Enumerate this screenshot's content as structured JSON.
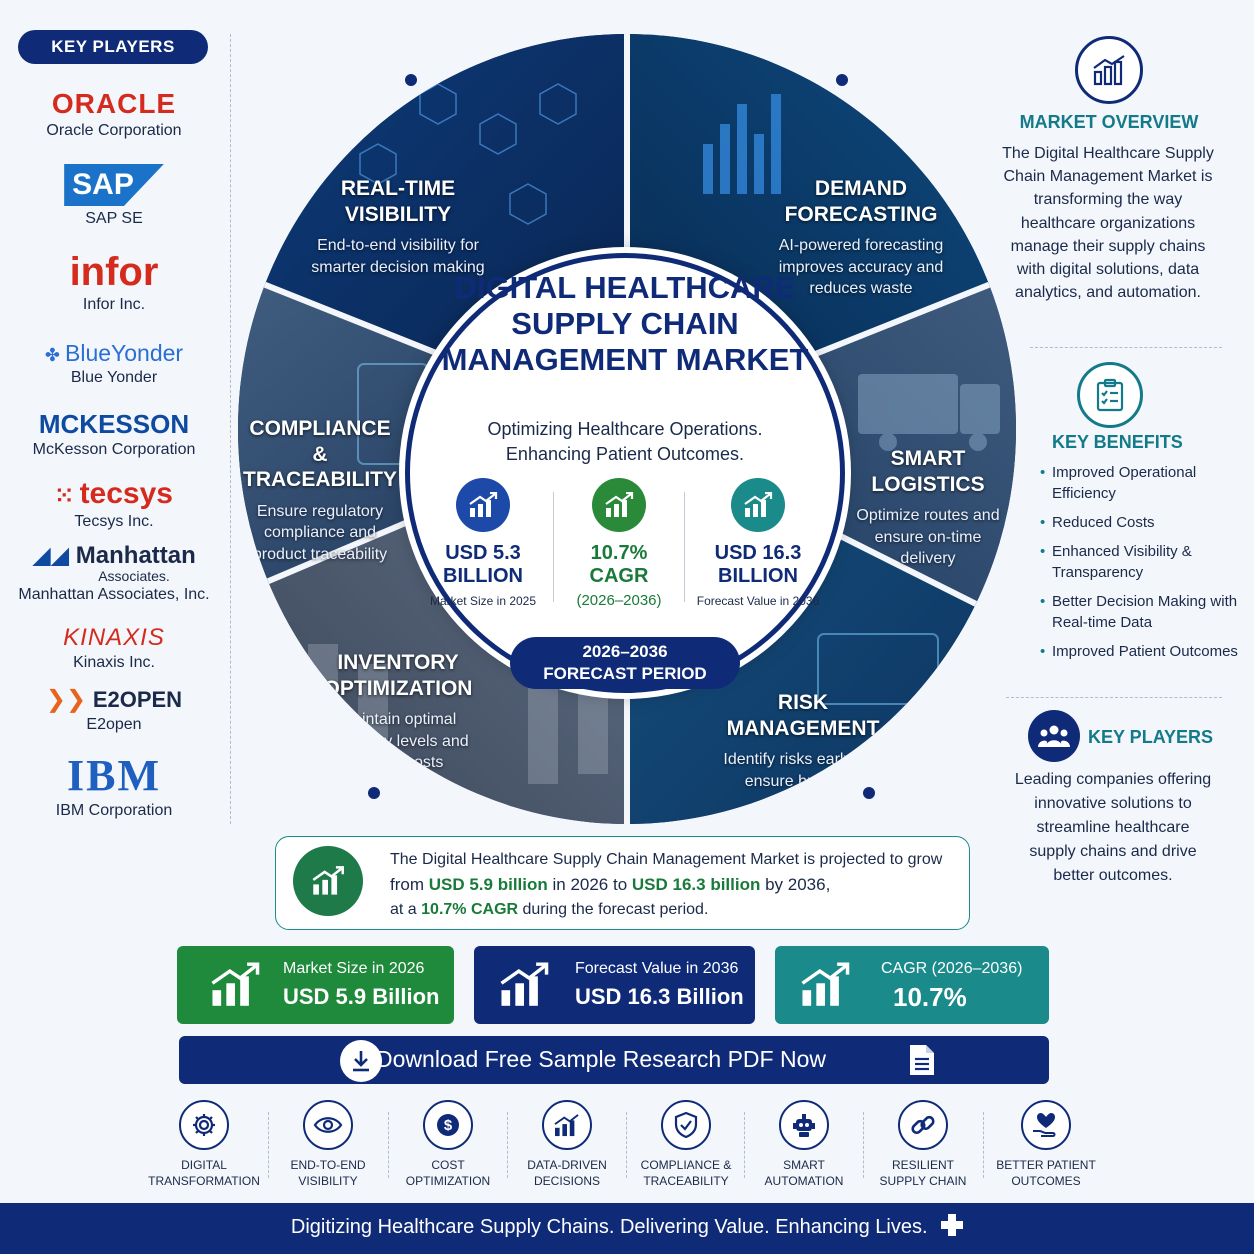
{
  "left": {
    "heading": "KEY PLAYERS",
    "companies": [
      {
        "logo": "ORACLE",
        "name": "Oracle Corporation",
        "color": "#d52b1e"
      },
      {
        "logo": "SAP",
        "name": "SAP SE",
        "color": "#1a73c9"
      },
      {
        "logo": "infor",
        "name": "Infor Inc.",
        "color": "#d52b1e"
      },
      {
        "logo": "BlueYonder",
        "name": "Blue Yonder",
        "color": "#2a6fd6"
      },
      {
        "logo": "MCKESSON",
        "name": "McKesson Corporation",
        "color": "#0d4aa0"
      },
      {
        "logo": "tecsys",
        "name": "Tecsys Inc.",
        "color": "#d52b1e"
      },
      {
        "logo": "Manhattan",
        "logo_sub": "Associates.",
        "name": "Manhattan Associates, Inc.",
        "color": "#1b2a4a"
      },
      {
        "logo": "KINAXIS",
        "name": "Kinaxis Inc.",
        "color": "#d52b1e"
      },
      {
        "logo": "E2OPEN",
        "name": "E2open",
        "color": "#1b2a4a"
      },
      {
        "logo": "IBM",
        "name": "IBM Corporation",
        "color": "#1f5fbf"
      }
    ]
  },
  "wheel": {
    "segments": [
      {
        "title": "REAL-TIME VISIBILITY",
        "desc": "End-to-end visibility for smarter decision making"
      },
      {
        "title": "DEMAND FORECASTING",
        "desc": "AI-powered forecasting improves accuracy and reduces waste"
      },
      {
        "title": "SMART LOGISTICS",
        "desc": "Optimize routes and ensure on-time delivery"
      },
      {
        "title": "RISK MANAGEMENT",
        "desc": "Identify risks early and ensure business continuity"
      },
      {
        "title": "INVENTORY OPTIMIZATION",
        "desc": "Maintain optimal inventory levels and reduce costs"
      },
      {
        "title": "COMPLIANCE & TRACEABILITY",
        "desc": "Ensure regulatory compliance and product traceability"
      }
    ],
    "center": {
      "title": "DIGITAL HEALTHCARE SUPPLY CHAIN MANAGEMENT MARKET",
      "subtitle_1": "Optimizing Healthcare Operations.",
      "subtitle_2": "Enhancing Patient Outcomes.",
      "stats": [
        {
          "value_1": "USD 5.3",
          "value_2": "BILLION",
          "caption": "Market Size in 2025",
          "color": "#0f2b78",
          "icon_bg": "#1d4aa8"
        },
        {
          "value_1": "10.7%",
          "value_2": "CAGR",
          "caption": "(2026–2036)",
          "color": "#1a7a3a",
          "icon_bg": "#2a8a3a"
        },
        {
          "value_1": "USD 16.3",
          "value_2": "BILLION",
          "caption": "Forecast Value in 2036",
          "color": "#0f2b78",
          "icon_bg": "#1a8a8a"
        }
      ],
      "period_1": "2026–2036",
      "period_2": "FORECAST PERIOD"
    }
  },
  "right": {
    "overview": {
      "heading": "MARKET OVERVIEW",
      "text": "The Digital Healthcare Supply Chain Management Market is transforming the way healthcare organizations manage their supply chains with digital solutions, data analytics, and automation."
    },
    "benefits": {
      "heading": "KEY BENEFITS",
      "items": [
        "Improved Operational Efficiency",
        "Reduced Costs",
        "Enhanced Visibility & Transparency",
        "Better Decision Making with Real-time Data",
        "Improved Patient Outcomes"
      ]
    },
    "players": {
      "heading": "KEY PLAYERS",
      "text": "Leading companies offering innovative solutions to streamline healthcare supply chains and drive better outcomes."
    }
  },
  "projection": {
    "text_1": "The Digital Healthcare Supply Chain Management Market is projected to grow",
    "from_label": "from ",
    "from_value": "USD 5.9 billion",
    "mid_label": " in 2026 to ",
    "to_value": "USD 16.3 billion",
    "end_label": " by 2036,",
    "at_label": "at a ",
    "cagr_value": "10.7% CAGR",
    "tail_label": " during the forecast period."
  },
  "cards": [
    {
      "caption": "Market Size in 2026",
      "value": "USD 5.9 Billion",
      "bg": "#1f8a3c"
    },
    {
      "caption": "Forecast Value in 2036",
      "value": "USD 16.3 Billion",
      "bg": "#0f2b78"
    },
    {
      "caption": "CAGR (2026–2036)",
      "value": "10.7%",
      "bg": "#1a8a8a"
    }
  ],
  "download": {
    "label": "Download Free Sample Research PDF Now"
  },
  "bottom_icons": [
    {
      "label_1": "DIGITAL",
      "label_2": "TRANSFORMATION",
      "icon": "gear-icon"
    },
    {
      "label_1": "END-TO-END",
      "label_2": "VISIBILITY",
      "icon": "eye-icon"
    },
    {
      "label_1": "COST",
      "label_2": "OPTIMIZATION",
      "icon": "dollar-icon"
    },
    {
      "label_1": "DATA-DRIVEN",
      "label_2": "DECISIONS",
      "icon": "chart-icon"
    },
    {
      "label_1": "COMPLIANCE &",
      "label_2": "TRACEABILITY",
      "icon": "shield-icon"
    },
    {
      "label_1": "SMART",
      "label_2": "AUTOMATION",
      "icon": "robot-icon"
    },
    {
      "label_1": "RESILIENT",
      "label_2": "SUPPLY CHAIN",
      "icon": "link-icon"
    },
    {
      "label_1": "BETTER PATIENT",
      "label_2": "OUTCOMES",
      "icon": "heart-hand-icon"
    }
  ],
  "footer": {
    "text": "Digitizing Healthcare Supply Chains. Delivering Value. Enhancing Lives."
  }
}
